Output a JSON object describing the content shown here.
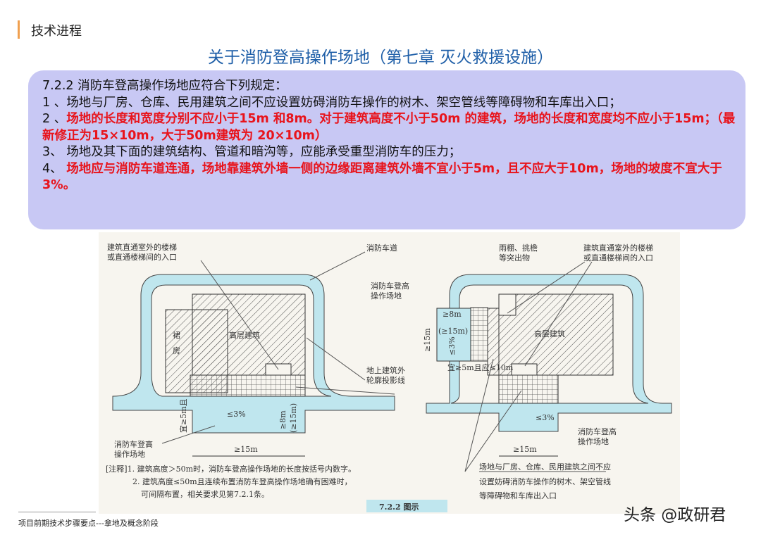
{
  "header": {
    "section": "技术进程"
  },
  "title": "关于消防登高操作场地（第七章  灭火救援设施）",
  "rules": {
    "heading": "7.2.2 消防车登高操作场地应符合下列规定：",
    "r1": "1 、场地与厂房、仓库、民用建筑之间不应设置妨碍消防车操作的树木、架空管线等障碍物和车库出入口；",
    "r2_prefix": "2 、",
    "r2": "场地的长度和宽度分别不应小于15m 和8m。对于建筑高度不小于50m 的建筑，场地的长度和宽度均不应小于15m；（最新修正为15×10m，大于50m建筑为 20×10m）",
    "r3": "3、  场地及其下面的建筑结构、管道和暗沟等，应能承受重型消防车的压力；",
    "r4_prefix": "4、  ",
    "r4": "场地应与消防车道连通，场地靠建筑外墙一侧的边缘距离建筑外墙不宜小于5m，且不应大于10m，场地的坡度不宜大于3%。"
  },
  "diagram": {
    "stair1a": "建筑直通室外的楼梯",
    "stair1b": "或直通楼梯间的入口",
    "road": "消防车道",
    "podium1": "裙",
    "podium2": "房",
    "tower": "高层建筑",
    "pad1a": "消防车登高",
    "pad1b": "操作场地",
    "outline1": "地上建筑外",
    "outline2": "轮廓投影线",
    "slope": "≤3%",
    "w15": "≥15m",
    "d8": "≥8m",
    "d15": "(≥15m)",
    "h15": "≥15m",
    "dist": "宜≥5m且应≤10m",
    "dist_short": "宜≥5m且",
    "le10": "≤10m",
    "canopy1": "雨棚、挑檐",
    "canopy2": "等突出物",
    "note1": "[注释]1. 建筑高度＞50m时，消防车登高操作场地的长度按括号内数字。",
    "note2": "2. 建筑高度≤50m且连续布置消防车登高操作场地确有困难时，",
    "note3": "可间隔布置，相关要求见第7.2.1条。",
    "site1": "场地与厂房、仓库、民用建筑之间不应",
    "site2": "设置妨碍消防车操作的树木、架空管线",
    "site3": "等障碍物和车库出入口",
    "caption": "7.2.2 图示"
  },
  "footer": "项目前期技术步骤要点---拿地及概念阶段",
  "watermark": "头条 @政研君"
}
